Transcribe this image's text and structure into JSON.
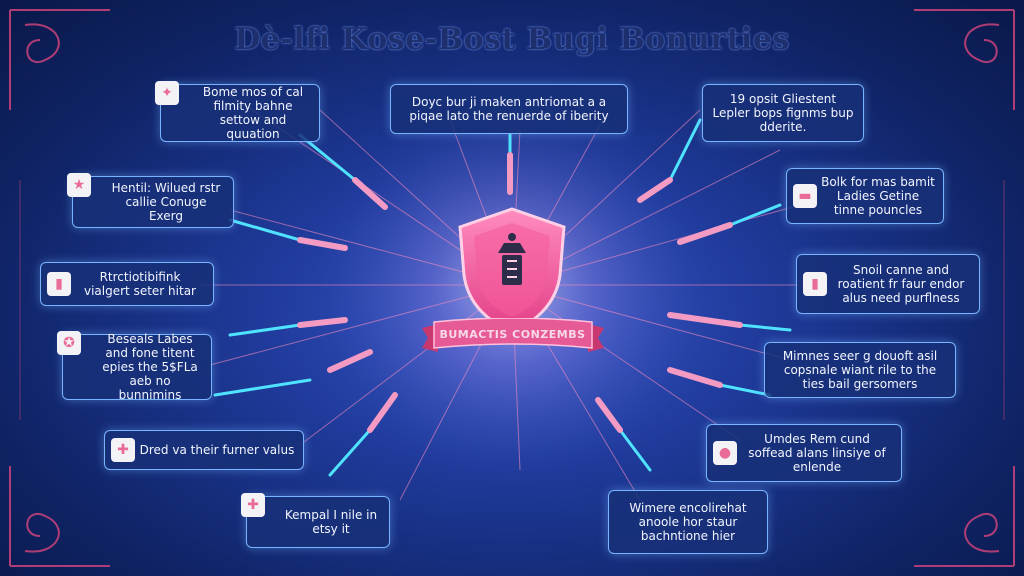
{
  "title": "Dè-lfi Kose-Bost Bugi Bonurties",
  "center": {
    "banner_text": "BUMACTIS CONZEMBS"
  },
  "cards": [
    {
      "id": "card-1",
      "text": "Bome mos of cal filmity bahne settow and quuation",
      "icon": "target-icon"
    },
    {
      "id": "card-2",
      "text": "Doyc bur ji maken antriomat a a piqae lato the renuerde of iberity",
      "icon": ""
    },
    {
      "id": "card-3",
      "text": "19 opsit Gliestent Lepler bops fignms bup dderite.",
      "icon": ""
    },
    {
      "id": "card-4",
      "text": "Hentil: Wilued rstr callie Conuge Exerg",
      "icon": "award-icon"
    },
    {
      "id": "card-5",
      "text": "Bolk for mas bamit Ladies Getine tinne pouncles",
      "icon": "truck-icon"
    },
    {
      "id": "card-6",
      "text": "Rtrctiotibifink vialgert seter hitar",
      "icon": "chart-icon"
    },
    {
      "id": "card-7",
      "text": "Snoil canne and roatient fr faur endor alus need purflness",
      "icon": "chart-icon"
    },
    {
      "id": "card-8",
      "text": "Beseals Labes and fone titent epies the 5$FLa aeb no bunnimins",
      "icon": "badge-icon"
    },
    {
      "id": "card-9",
      "text": "Mimnes seer g douoft asil copsnale wiant rile to the ties bail gersomers",
      "icon": ""
    },
    {
      "id": "card-10",
      "text": "Dred va their furner valus",
      "icon": "medical-cross-icon"
    },
    {
      "id": "card-11",
      "text": "Umdes Rem cund soffead alans linsiye of enlende",
      "icon": "person-icon"
    },
    {
      "id": "card-12",
      "text": "Kempal I nile in etsy it",
      "icon": "medical-cross-icon"
    },
    {
      "id": "card-13",
      "text": "Wimere encolirehat anoole hor staur bachntione hier",
      "icon": ""
    }
  ],
  "colors": {
    "accent_pink": "#e86b99",
    "card_border": "#78b4ff",
    "ray": "#ff8fc0",
    "dart_shaft": "#4fe3ff"
  }
}
